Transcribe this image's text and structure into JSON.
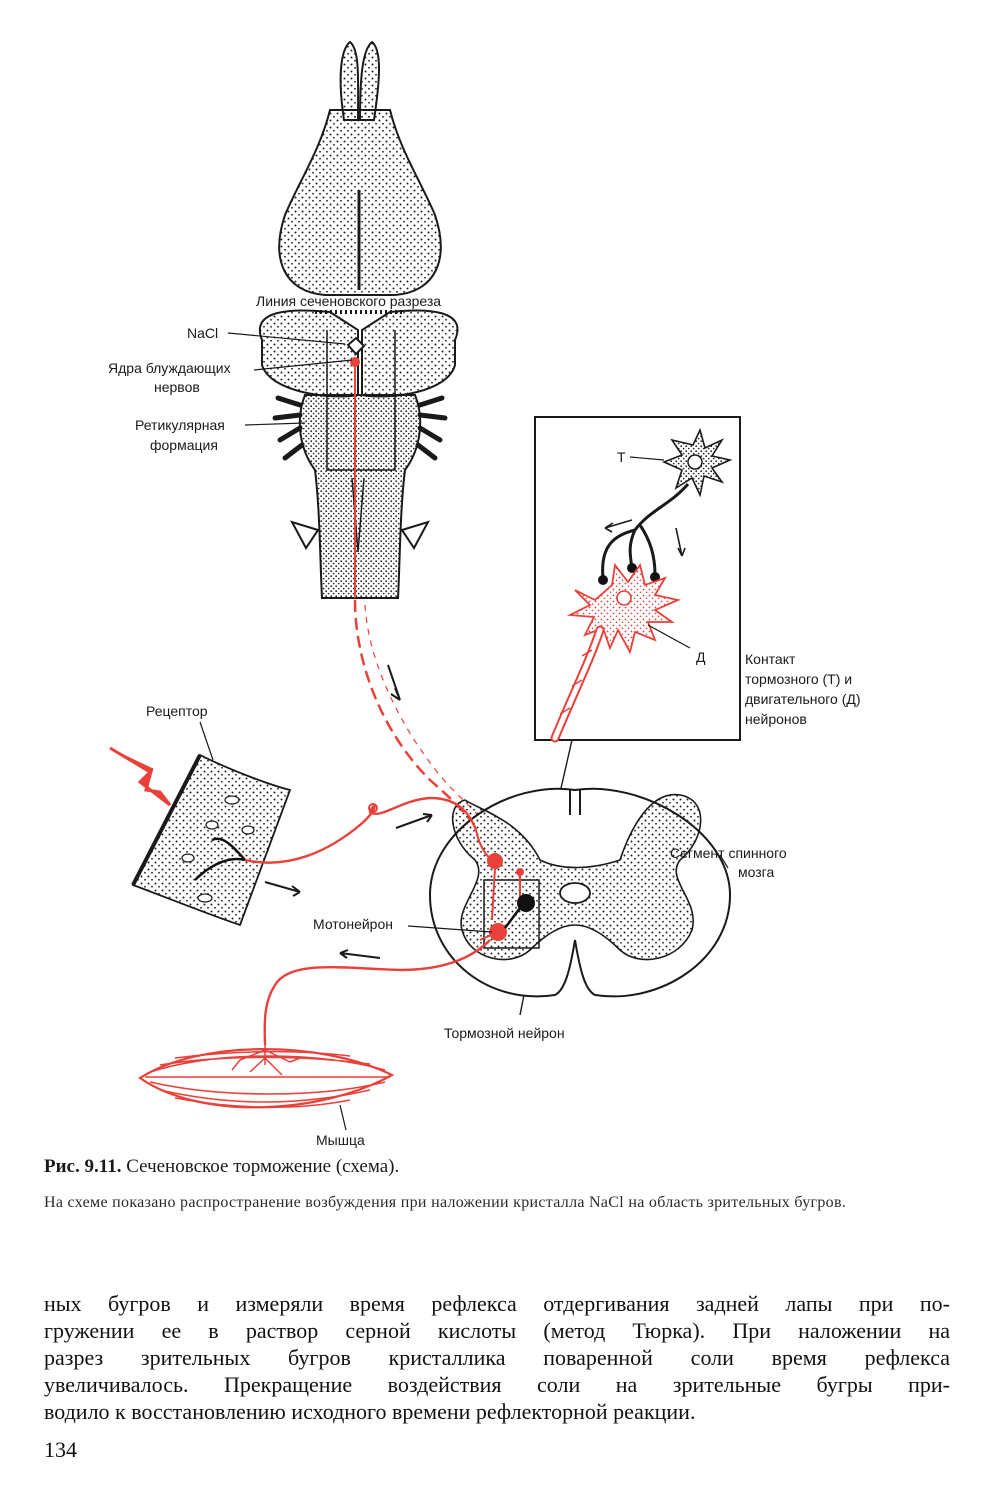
{
  "figure": {
    "labels": {
      "cut_line": "Линия  сеченовского разреза",
      "nacl": "NaCl",
      "vagus_1": "Ядра блуждающих",
      "vagus_2": "нервов",
      "reticular_1": "Ретикулярная",
      "reticular_2": "формация",
      "t": "Т",
      "d": "Д",
      "contact_1": "Контакт",
      "contact_2": "тормозного (Т) и",
      "contact_3": "двигательного (Д)",
      "contact_4": "нейронов",
      "receptor": "Рецептор",
      "segment_1": "Сегмент спинного",
      "segment_2": "мозга",
      "motoneuron": "Мотонейрон",
      "inhibitory": "Тормозной нейрон",
      "muscle": "Мышца"
    },
    "colors": {
      "pathway": "#e8413a",
      "ink": "#1a1a1a"
    }
  },
  "caption": {
    "number": "Рис. 9.11.",
    "title": "Сеченовское торможение (схема).",
    "text": "На схеме показано распространение возбуждения при наложении кристалла NaCl на область зрительных бугров."
  },
  "body": {
    "lines": [
      "ных бугров и измеряли время рефлекса отдергивания задней лапы при по-",
      "гружении ее в раствор серной кислоты (метод Тюрка). При наложении на",
      "разрез зрительных бугров кристаллика поваренной соли время рефлекса",
      "увеличивалось. Прекращение воздействия соли на зрительные бугры при-",
      "водило к восстановлению исходного времени рефлекторной реакции."
    ]
  },
  "page_number": "134"
}
